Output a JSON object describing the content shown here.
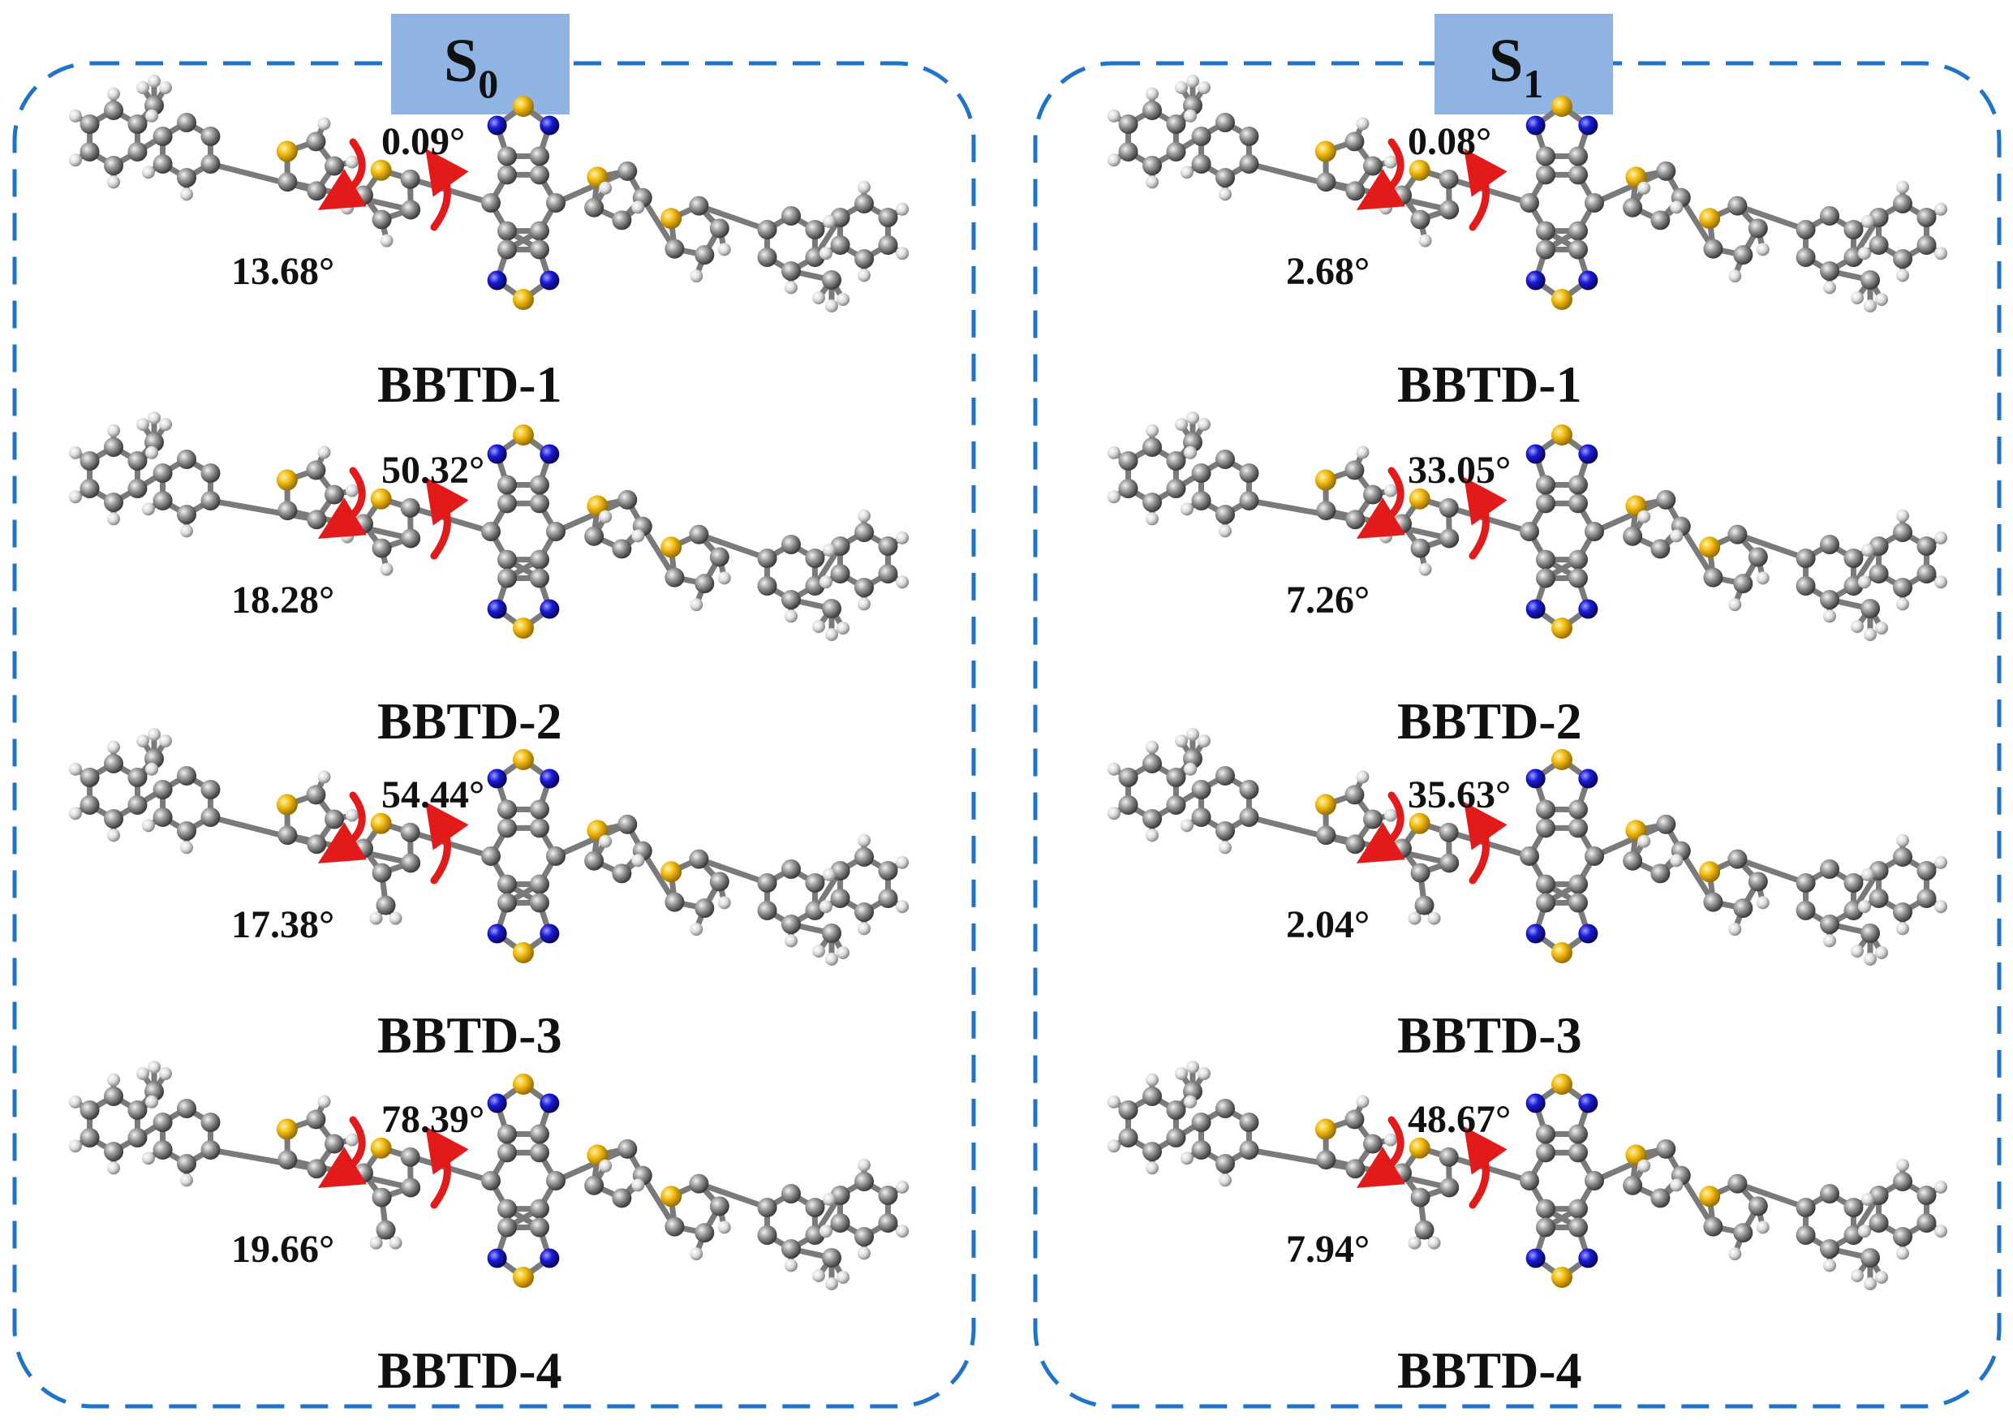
{
  "colors": {
    "panel_border": "#1f73c9",
    "state_box": "#8fb4e3",
    "carbon": "#8a8a8a",
    "hydrogen": "#d9d9d9",
    "sulfur": "#f2bd12",
    "nitrogen": "#1a1ad6",
    "arrow": "#e31a1a",
    "bond": "#7a7a7a"
  },
  "panels": [
    {
      "state_symbol": "S",
      "state_subscript": "0",
      "molecules": [
        {
          "name": "BBTD-1",
          "angle_inner": "0.09°",
          "angle_outer": "13.68°"
        },
        {
          "name": "BBTD-2",
          "angle_inner": "50.32°",
          "angle_outer": "18.28°"
        },
        {
          "name": "BBTD-3",
          "angle_inner": "54.44°",
          "angle_outer": "17.38°"
        },
        {
          "name": "BBTD-4",
          "angle_inner": "78.39°",
          "angle_outer": "19.66°"
        }
      ]
    },
    {
      "state_symbol": "S",
      "state_subscript": "1",
      "molecules": [
        {
          "name": "BBTD-1",
          "angle_inner": "0.08°",
          "angle_outer": "2.68°"
        },
        {
          "name": "BBTD-2",
          "angle_inner": "33.05°",
          "angle_outer": "7.26°"
        },
        {
          "name": "BBTD-3",
          "angle_inner": "35.63°",
          "angle_outer": "2.04°"
        },
        {
          "name": "BBTD-4",
          "angle_inner": "48.67°",
          "angle_outer": "7.94°"
        }
      ]
    }
  ]
}
